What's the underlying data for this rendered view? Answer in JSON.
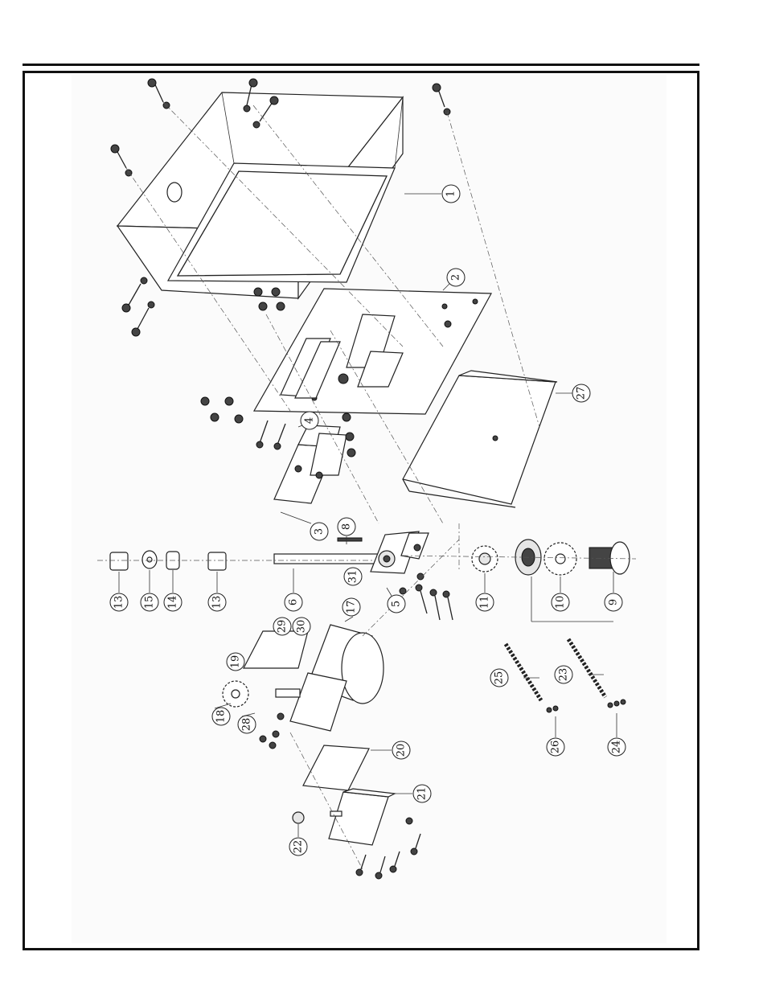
{
  "callouts": [
    {
      "label": "1"
    },
    {
      "label": "2"
    },
    {
      "label": "27"
    },
    {
      "label": "4"
    },
    {
      "label": "3"
    },
    {
      "label": "8"
    },
    {
      "label": "31"
    },
    {
      "label": "5"
    },
    {
      "label": "6"
    },
    {
      "label": "13"
    },
    {
      "label": "15"
    },
    {
      "label": "14"
    },
    {
      "label": "13"
    },
    {
      "label": "11"
    },
    {
      "label": "10"
    },
    {
      "label": "9"
    },
    {
      "label": "17"
    },
    {
      "label": "29"
    },
    {
      "label": "30"
    },
    {
      "label": "19"
    },
    {
      "label": "18"
    },
    {
      "label": "28"
    },
    {
      "label": "20"
    },
    {
      "label": "21"
    },
    {
      "label": "22"
    },
    {
      "label": "25"
    },
    {
      "label": "26"
    },
    {
      "label": "23"
    },
    {
      "label": "24"
    }
  ]
}
